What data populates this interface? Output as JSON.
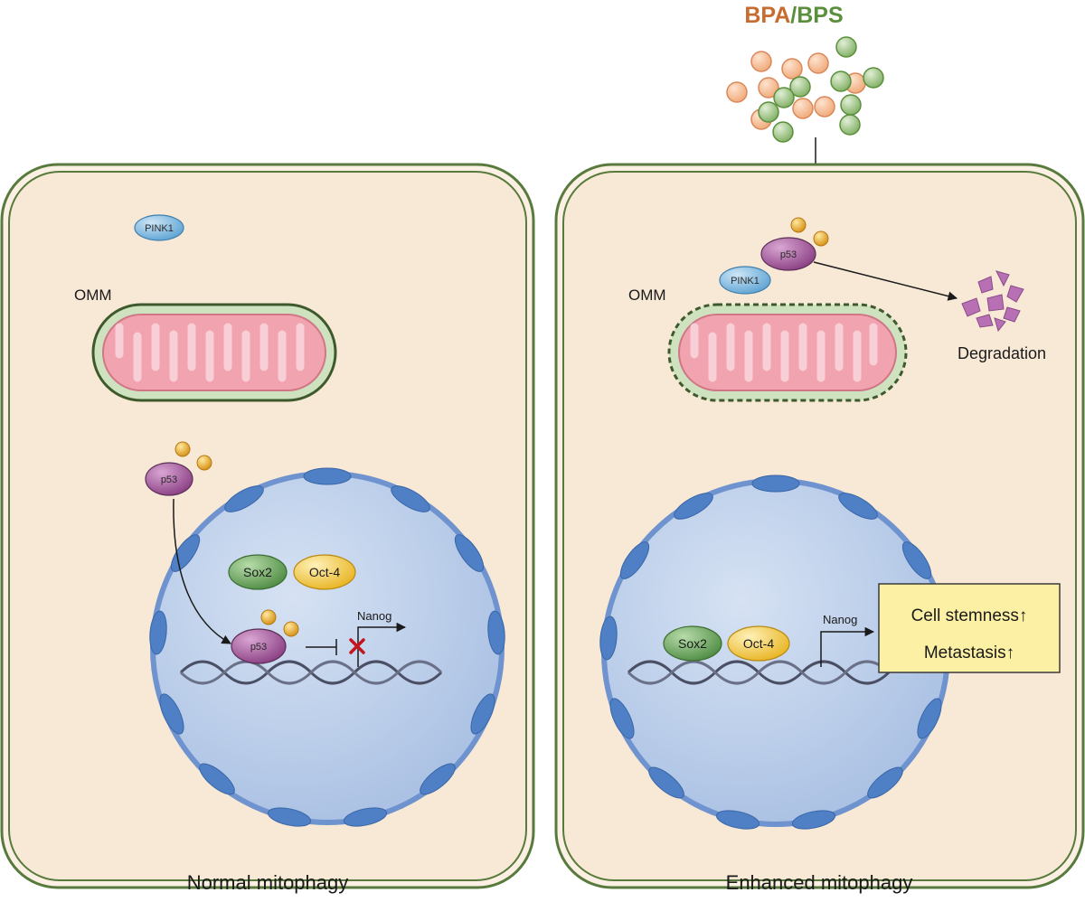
{
  "title": {
    "part1": "BPA",
    "separator": "/",
    "part2": "BPS",
    "color1": "#c76b2e",
    "color2": "#5b8f3c"
  },
  "left_panel": {
    "caption": "Normal mitophagy",
    "pink1": "PINK1",
    "omm": "OMM",
    "p53_cyto": "p53",
    "sox2": "Sox2",
    "oct4": "Oct-4",
    "p53_nuclear": "p53",
    "nanog": "Nanog"
  },
  "right_panel": {
    "caption": "Enhanced mitophagy",
    "p53": "p53",
    "pink1": "PINK1",
    "omm": "OMM",
    "degradation": "Degradation",
    "sox2": "Sox2",
    "oct4": "Oct-4",
    "nanog": "Nanog",
    "outcome1": "Cell stemness↑",
    "outcome2": "Metastasis↑"
  },
  "colors": {
    "cell_fill": "#f8e8d6",
    "membrane": "#587a3c",
    "nucleus": "#b9cdea",
    "nucleus_edge": "#4f7fc4",
    "p53": "#9a4f93",
    "pink1": "#6fb1dc",
    "sox2": "#6aa35c",
    "oct4": "#f5c542",
    "phosphate": "#e8a824",
    "outcome_box": "#fcf0a5",
    "block_x": "#c4151c"
  }
}
